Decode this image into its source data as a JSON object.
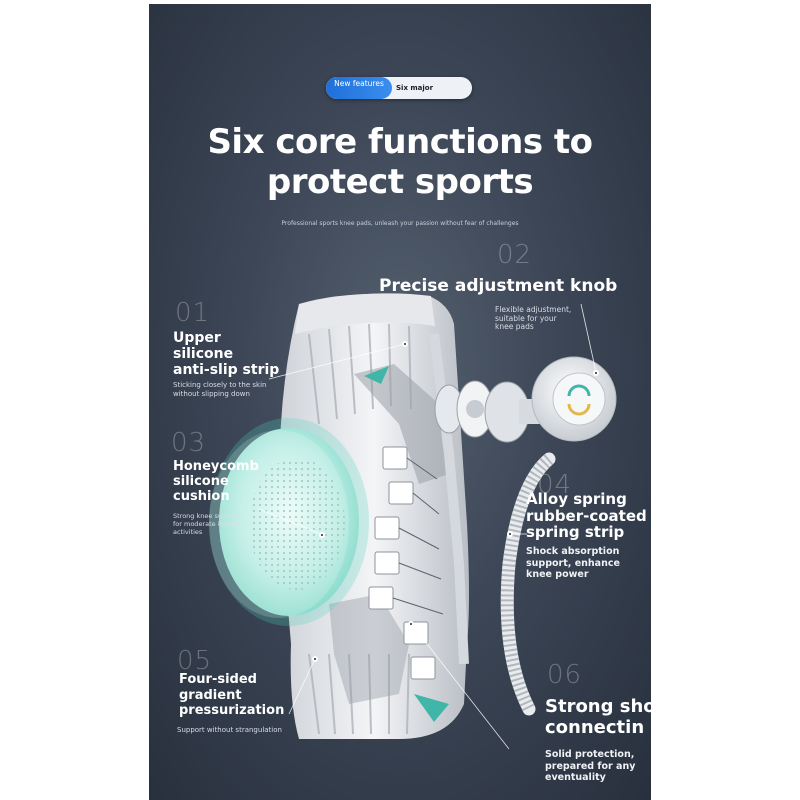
{
  "badge": {
    "left": "New features",
    "right": "Six major upgrades"
  },
  "title": {
    "line1": "Six core functions to",
    "line2": "protect sports"
  },
  "subtitle": "Professional sports knee pads, unleash your passion without fear of challenges",
  "features": [
    {
      "number": "01",
      "title_lines": [
        "Upper",
        "silicone",
        "anti-slip strip"
      ],
      "desc_lines": [
        "Sticking closely to the skin",
        "without slipping down"
      ]
    },
    {
      "number": "02",
      "title_lines": [
        "Precise adjustment knob"
      ],
      "desc_lines": [
        "Flexible adjustment,",
        "suitable for your",
        "knee pads"
      ]
    },
    {
      "number": "03",
      "title_lines": [
        "Honeycomb",
        "silicone",
        "cushion"
      ],
      "desc_lines": [
        "Strong knee support,",
        "for moderate impact",
        "activities"
      ]
    },
    {
      "number": "04",
      "title_lines": [
        "Alloy spring",
        "rubber-coated",
        "spring strip"
      ],
      "desc_lines": [
        "Shock absorption",
        "support, enhance",
        "knee power"
      ]
    },
    {
      "number": "05",
      "title_lines": [
        "Four-sided",
        "gradient",
        "pressurization"
      ],
      "desc_lines": [
        "Support without strangulation"
      ]
    },
    {
      "number": "06",
      "title_lines": [
        "Strong sho",
        "connectin"
      ],
      "desc_lines": [
        "Solid protection,",
        "prepared for any",
        "eventuality"
      ]
    }
  ],
  "colors": {
    "accent": "#2e86e6",
    "background": "#3c4656",
    "cushion": "#7fe0d0"
  },
  "icons": [
    "knee-brace-image",
    "adjustment-knob-image",
    "spring-strip-image"
  ]
}
